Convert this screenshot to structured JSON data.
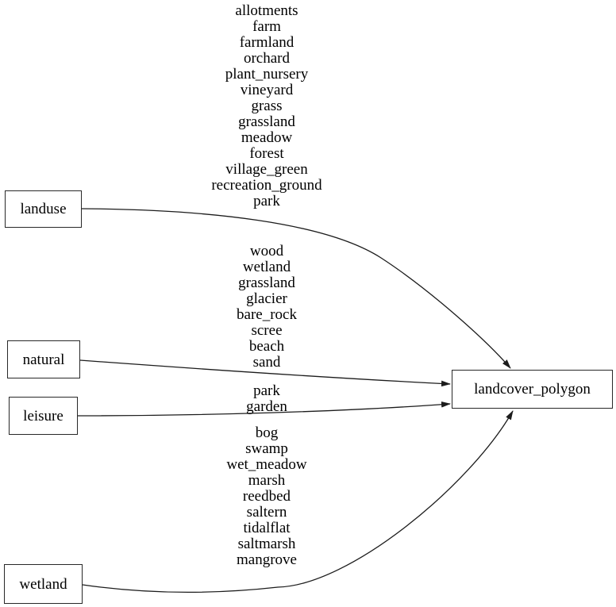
{
  "nodes": {
    "landuse": {
      "label": "landuse"
    },
    "natural": {
      "label": "natural"
    },
    "leisure": {
      "label": "leisure"
    },
    "wetland": {
      "label": "wetland"
    },
    "landcover": {
      "label": "landcover_polygon"
    }
  },
  "edges": [
    {
      "source": "landuse",
      "target": "landcover_polygon",
      "values": [
        "allotments",
        "farm",
        "farmland",
        "orchard",
        "plant_nursery",
        "vineyard",
        "grass",
        "grassland",
        "meadow",
        "forest",
        "village_green",
        "recreation_ground",
        "park"
      ]
    },
    {
      "source": "natural",
      "target": "landcover_polygon",
      "values": [
        "wood",
        "wetland",
        "grassland",
        "glacier",
        "bare_rock",
        "scree",
        "beach",
        "sand"
      ]
    },
    {
      "source": "leisure",
      "target": "landcover_polygon",
      "values": [
        "park",
        "garden"
      ]
    },
    {
      "source": "wetland",
      "target": "landcover_polygon",
      "values": [
        "bog",
        "swamp",
        "wet_meadow",
        "marsh",
        "reedbed",
        "saltern",
        "tidalflat",
        "saltmarsh",
        "mangrove"
      ]
    }
  ],
  "colors": {
    "background": "#ffffff",
    "line": "#1c1c1c",
    "node_border": "#282828",
    "text": "#000000"
  }
}
